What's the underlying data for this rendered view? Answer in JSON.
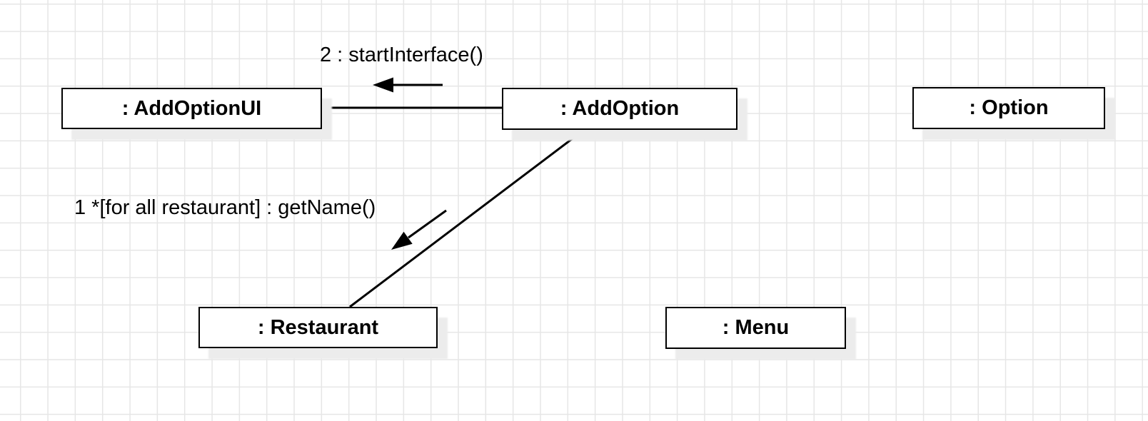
{
  "diagram": {
    "kind": "uml-communication-diagram",
    "objects": [
      {
        "id": "addoptionui",
        "label": ": AddOptionUI"
      },
      {
        "id": "addoption",
        "label": ": AddOption"
      },
      {
        "id": "option",
        "label": ": Option"
      },
      {
        "id": "restaurant",
        "label": ": Restaurant"
      },
      {
        "id": "menu",
        "label": ": Menu"
      }
    ],
    "links": [
      {
        "from": ": AddOptionUI",
        "to": ": AddOption"
      },
      {
        "from": ": AddOption",
        "to": ": Restaurant"
      }
    ],
    "messages": [
      {
        "sequence": "1",
        "label": "1 *[for all restaurant] : getName()",
        "from": ": AddOption",
        "to": ": Restaurant",
        "direction": "down-left"
      },
      {
        "sequence": "2",
        "label": "2 : startInterface()",
        "from": ": AddOption",
        "to": ": AddOptionUI",
        "direction": "left"
      }
    ]
  },
  "colors": {
    "background": "#ffffff",
    "grid_line": "#e6e6e6",
    "shape_border": "#000000",
    "shape_fill": "#ffffff",
    "shadow": "#ececec",
    "text": "#000000"
  }
}
